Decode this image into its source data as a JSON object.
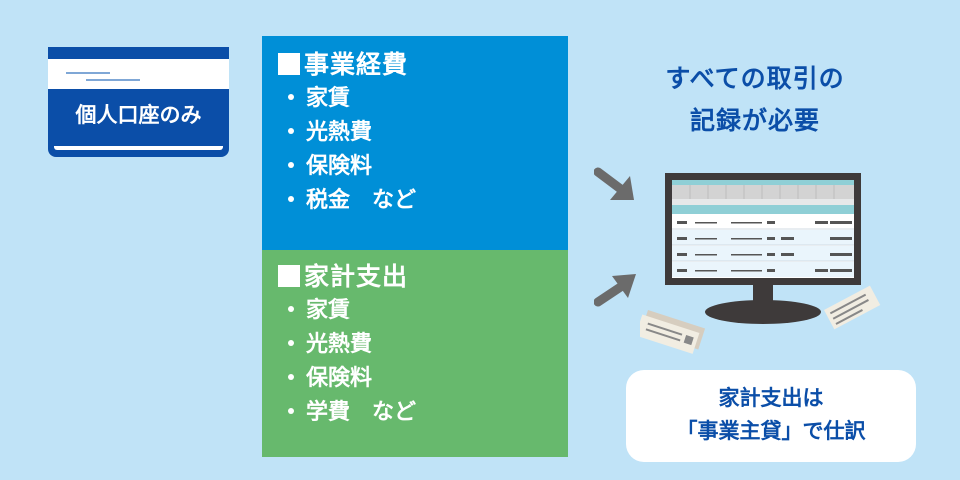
{
  "account_card": {
    "label": "個人口座のみ",
    "color": "#0b4ea8"
  },
  "business_expenses": {
    "heading": "事業経費",
    "color": "#008fd7",
    "items": [
      "家賃",
      "光熱費",
      "保険料",
      "税金　など"
    ]
  },
  "household_expenses": {
    "heading": "家計支出",
    "color": "#67b96d",
    "items": [
      "家賃",
      "光熱費",
      "保険料",
      "学費　など"
    ]
  },
  "headline": {
    "line1": "すべての取引の",
    "line2": "記録が必要"
  },
  "note": {
    "line1": "家計支出は",
    "line2": "「事業主貸」で仕訳"
  },
  "icons": [
    "bank-card-icon",
    "arrow-icon",
    "monitor-ledger-icon",
    "receipt-icon"
  ]
}
